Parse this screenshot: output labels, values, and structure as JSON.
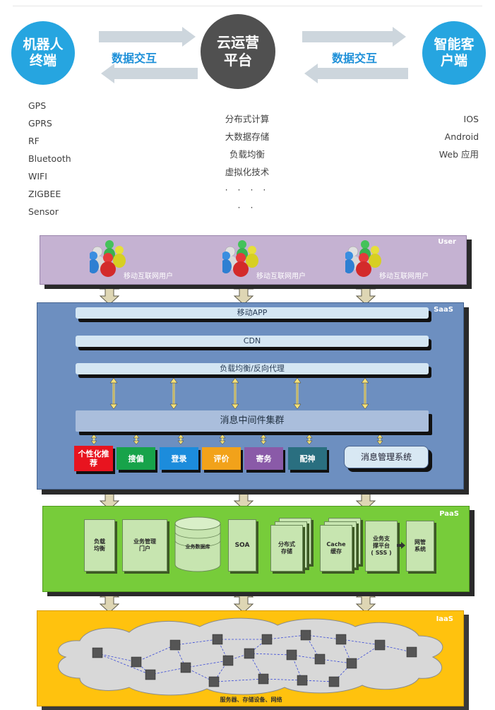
{
  "top": {
    "robot_circle": "机器人\n终端",
    "cloud_circle": "云运营\n平台",
    "client_circle": "智能客\n户端",
    "exchange_left": "数据交互",
    "exchange_right": "数据交互",
    "robot_features": [
      "GPS",
      "GPRS",
      "RF",
      "Bluetooth",
      "WIFI",
      "ZIGBEE",
      "Sensor"
    ],
    "cloud_features": [
      "分布式计算",
      "大数据存储",
      "负载均衡",
      "虚拟化技术",
      "· · · · · ·"
    ],
    "client_features": [
      "IOS",
      "Android",
      "Web 应用"
    ]
  },
  "user_layer": {
    "tag": "User",
    "group_label": "移动互联网用户"
  },
  "saas_layer": {
    "tag": "SaaS",
    "bar_app": "移动APP",
    "bar_cdn": "CDN",
    "bar_lb": "负载均衡/反向代理",
    "bar_mq": "消息中间件集群",
    "services": [
      {
        "label": "个性化推\n荐",
        "color": "#e8141f"
      },
      {
        "label": "搜偏",
        "color": "#17a34a"
      },
      {
        "label": "登录",
        "color": "#1c8cdc"
      },
      {
        "label": "评价",
        "color": "#f2a21a"
      },
      {
        "label": "寄务",
        "color": "#8a5aa8"
      },
      {
        "label": "配神",
        "color": "#2a6f80"
      }
    ],
    "msg_system": "消息管理系统"
  },
  "paas_layer": {
    "tag": "PaaS",
    "load_balance": "负载\n均衡",
    "biz_portal": "业务管理\n门户",
    "database": "业务数据库",
    "soa": "SOA",
    "dist_storage": "分布式\n存储",
    "cache": "Cache\n缓存",
    "sss": "业务支\n撑平台\n( SSS )",
    "gateway": "网管\n系统"
  },
  "iaas_layer": {
    "tag": "IaaS",
    "caption": "服务器、存储设备、网络"
  },
  "colors": {
    "accent_blue": "#26a5e0",
    "cloud_gray": "#505050",
    "user_purple": "#c5b2d2",
    "saas_blue": "#6d8fc0",
    "paas_green": "#77cc3a",
    "iaas_yellow": "#ffc20e"
  }
}
